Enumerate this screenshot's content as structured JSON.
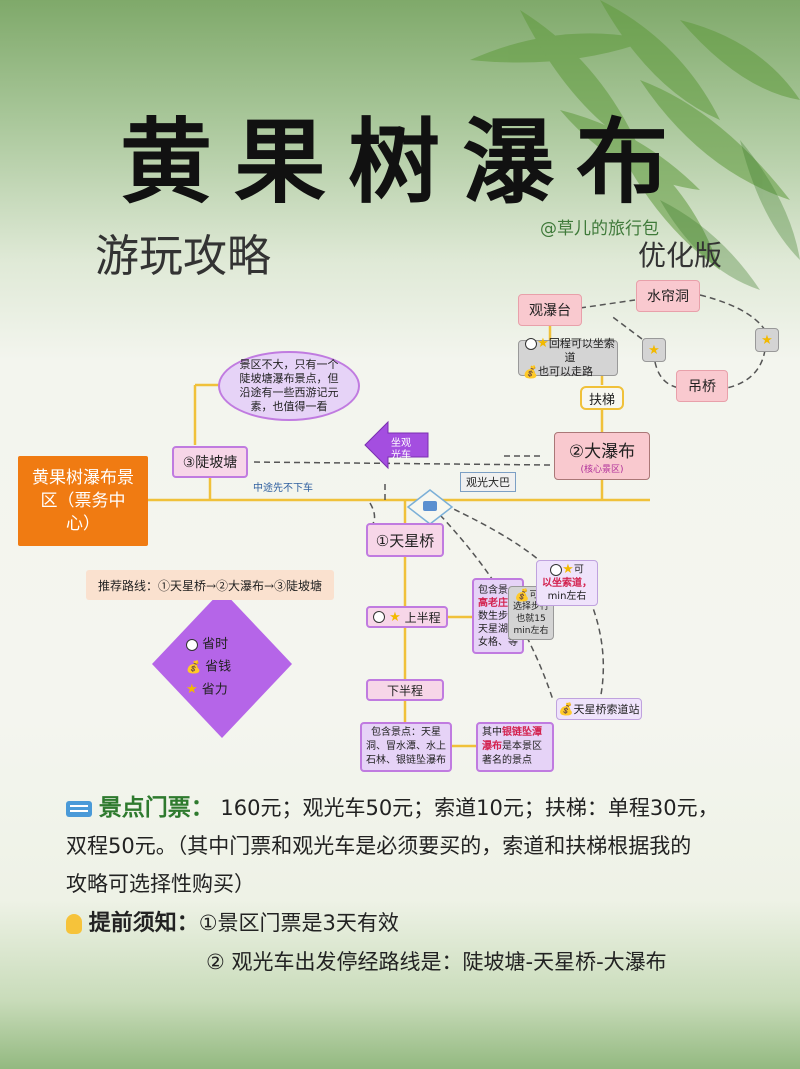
{
  "header": {
    "title": "黄果树瀑布",
    "subtitle": "游玩攻略",
    "watermark": "@草儿的旅行包",
    "version": "优化版"
  },
  "diagram": {
    "observation_deck": "观瀑台",
    "water_curtain_cave": "水帘洞",
    "suspension_bridge": "吊桥",
    "return_note_line1": "回程可以坐索道",
    "return_note_line2": "也可以走路",
    "escalator": "扶梯",
    "big_waterfall": "②大瀑布",
    "big_waterfall_tag": "(核心景区)",
    "doupotang_note": "景区不大，只有一个陡坡塘瀑布景点，但沿途有一些西游记元素，也值得一看",
    "doupotang": "③陡坡塘",
    "take_bus_line1": "坐观",
    "take_bus_line2": "光车",
    "sightseeing_bus": "观光大巴",
    "no_stop_midway": "中途先不下车",
    "entrance": "黄果树瀑布景区（票务中心）",
    "tianxingqiao": "①天星桥",
    "recommended_route": "推荐路线：①天星桥→②大瀑布→③陡坡塘",
    "upper_half": "上半程",
    "lower_half": "下半程",
    "legend_time": "省时",
    "legend_money": "省钱",
    "legend_effort": "省力",
    "upper_note_line1": "包含景",
    "upper_note_line2": "高老庄",
    "upper_note_line3": "数生步",
    "upper_note_line4": "天星湖",
    "upper_note_line5": "女格、等",
    "walk_note_line1": "可以",
    "walk_note_line2": "选择步行",
    "walk_note_line3": "也就15",
    "walk_note_line4": "min左右",
    "cable_note_line1": "可",
    "cable_note_line2": "以坐索道，",
    "cable_note_line3": "min左右",
    "cable_station": "天星桥索道站",
    "lower_note": "包含景点：天星洞、冒水潭、水上石林、银链坠瀑布",
    "famous_note_prefix": "其中",
    "famous_note_highlight": "银链坠潭瀑布",
    "famous_note_suffix": "是本景区著名的景点"
  },
  "info": {
    "ticket_label": "景点门票：",
    "ticket_line1": "160元；观光车50元；索道10元；扶梯：单程30元，",
    "ticket_line2": "双程50元。（其中门票和观光车是必须要买的，索道和扶梯根据我的",
    "ticket_line3": "攻略可选择性购买）",
    "notice_label": "提前须知：",
    "notice_item1": "①景区门票是3天有效",
    "notice_item2": "② 观光车出发停经路线是：陡坡塘-天星桥-大瀑布"
  },
  "colors": {
    "entrance": "#f07b12",
    "accent_green": "#2e7a2e",
    "diamond": "#b565e8",
    "arrow": "#9b3fd6",
    "connector": "#f0c13a"
  }
}
